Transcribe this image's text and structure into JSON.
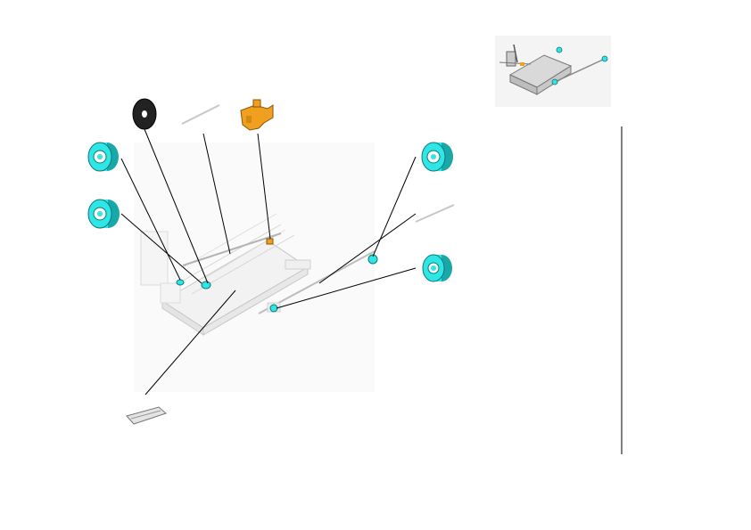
{
  "diagram": {
    "colors": {
      "roller": "#2ee6e6",
      "roller_dark": "#1aa7a7",
      "bracket": "#f0a020",
      "disc": "#222222",
      "frame": "#dcdcdc",
      "frame_line": "#8a8a8a",
      "leader": "#000000"
    },
    "parts": [
      {
        "id": "roller-upper-left",
        "icon": "roller-icon"
      },
      {
        "id": "roller-lower-left",
        "icon": "roller-icon"
      },
      {
        "id": "encoder-disc",
        "icon": "disc-icon"
      },
      {
        "id": "shaft-left",
        "icon": "shaft-icon"
      },
      {
        "id": "sensor-bracket",
        "icon": "bracket-icon"
      },
      {
        "id": "roller-upper-right",
        "icon": "roller-icon"
      },
      {
        "id": "shaft-right",
        "icon": "shaft-icon"
      },
      {
        "id": "roller-lower-right",
        "icon": "roller-icon"
      },
      {
        "id": "cover-plate",
        "icon": "plate-icon"
      },
      {
        "id": "assembly-overview",
        "icon": "assembly-icon"
      }
    ]
  }
}
